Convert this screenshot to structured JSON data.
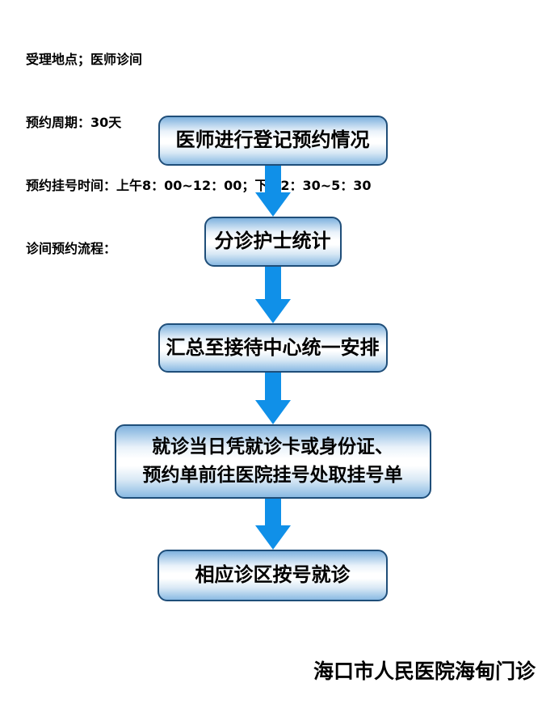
{
  "page": {
    "background": "#FFFFFF"
  },
  "header": {
    "lines": [
      "受理地点；医师诊间",
      "预约周期：30天",
      "预约挂号时间：上午8：00~12：00；下午2：30~5：30",
      "诊间预约流程："
    ]
  },
  "flowchart": {
    "colors": {
      "box_border": "#1F4E79",
      "box_fill_top": "#7FB2DE",
      "box_fill_bottom": "#8ABAE3",
      "arrow": "#1090E8",
      "text": "#000000"
    },
    "steps": [
      {
        "lines": [
          "医师进行登记预约情况"
        ]
      },
      {
        "lines": [
          "分诊护士统计"
        ]
      },
      {
        "lines": [
          "汇总至接待中心统一安排"
        ]
      },
      {
        "lines": [
          "就诊当日凭就诊卡或身份证、",
          "预约单前往医院挂号处取挂号单"
        ]
      },
      {
        "lines": [
          "相应诊区按号就诊"
        ]
      }
    ]
  },
  "footer": {
    "signature": "海口市人民医院海甸门诊"
  }
}
